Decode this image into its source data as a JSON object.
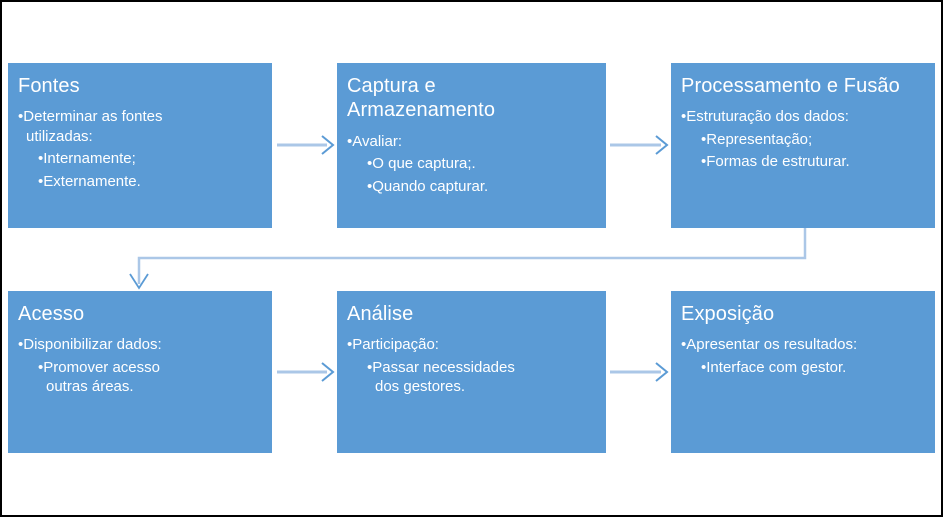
{
  "diagram": {
    "type": "process-flowchart",
    "language": "pt",
    "glyphs": {
      "bullet": "•"
    },
    "colors": {
      "box_fill": "#5b9bd5",
      "box_text": "#ffffff",
      "connector_shaft": "#abc7e7",
      "connector_head": "#5b9bd5",
      "frame_border": "#000000",
      "background": "#ffffff"
    },
    "connectors": [
      {
        "name": "arrow-fontes-to-captura",
        "type": "arrow-right",
        "from": "Fontes",
        "to": "Captura e Armazenamento"
      },
      {
        "name": "arrow-captura-to-processamento",
        "type": "arrow-right",
        "from": "Captura e Armazenamento",
        "to": "Processamento e Fusão"
      },
      {
        "name": "connector-processamento-to-acesso",
        "type": "elbow-arrow-down",
        "from": "Processamento e Fusão",
        "to": "Acesso"
      },
      {
        "name": "arrow-acesso-to-analise",
        "type": "arrow-right",
        "from": "Acesso",
        "to": "Análise"
      },
      {
        "name": "arrow-analise-to-exposicao",
        "type": "arrow-right",
        "from": "Análise",
        "to": "Exposição"
      }
    ]
  },
  "boxes": [
    {
      "title": "Fontes",
      "items": [
        {
          "text": "Determinar as fontes utilizadas:",
          "children": [
            "Internamente;",
            "Externamente."
          ]
        }
      ]
    },
    {
      "title": "Captura e\nArmazenamento",
      "items": [
        {
          "text": "Avaliar:",
          "children": [
            "O que captura;.",
            "Quando capturar."
          ]
        }
      ]
    },
    {
      "title": "Processamento e Fusão",
      "items": [
        {
          "text": "Estruturação dos dados:",
          "children": [
            "Representação;",
            "Formas de estruturar."
          ]
        }
      ]
    },
    {
      "title": "Acesso",
      "items": [
        {
          "text": "Disponibilizar dados:",
          "children": [
            "Promover acesso outras áreas."
          ]
        }
      ]
    },
    {
      "title": "Análise",
      "items": [
        {
          "text": "Participação:",
          "children": [
            "Passar necessidades dos gestores."
          ]
        }
      ]
    },
    {
      "title": "Exposição",
      "items": [
        {
          "text": "Apresentar os resultados:",
          "children": [
            "Interface com gestor."
          ]
        }
      ]
    }
  ]
}
